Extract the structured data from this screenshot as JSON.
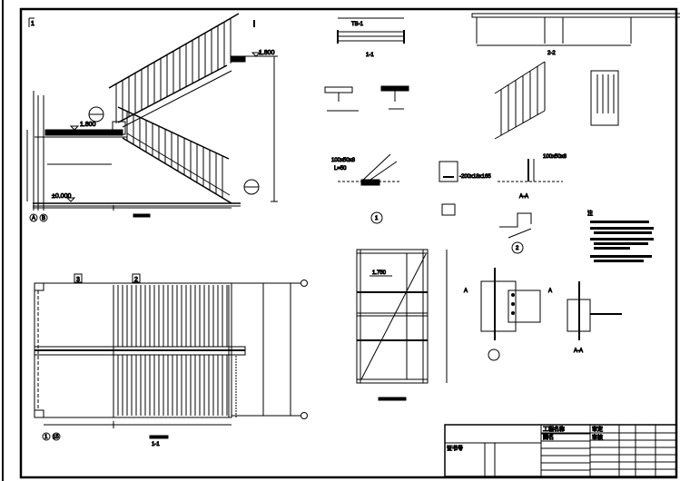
{
  "colors": {
    "ink": "#000000",
    "paper": "#ffffff"
  },
  "section_1": {
    "marker": "1",
    "elev_top": "1.800",
    "elev_landing": "1.800",
    "elev_ground": "±0.000",
    "axis_a": "A",
    "axis_b": "B"
  },
  "plan": {
    "cut_2": "2",
    "cut_3": "3",
    "title": "1-1",
    "axis_1": "1",
    "axis_15": "15"
  },
  "details": {
    "section_1_1": "1-1",
    "section_2_2": "2-2",
    "beam_label": "TB-1",
    "anchor_label": "100x50x8",
    "l_label": "L=50",
    "plate_label": "-200x18x165",
    "aa_label": "A-A",
    "aa_label_2": "A-A",
    "detail_1": "1",
    "detail_2": "2",
    "landing_elev": "1.750",
    "cut_a_left": "A",
    "cut_a_right": "A",
    "notes_title": "注"
  },
  "title_block": {
    "row_labels": [
      "工程名称",
      "图名",
      "证书号",
      "审定",
      "审核"
    ]
  }
}
